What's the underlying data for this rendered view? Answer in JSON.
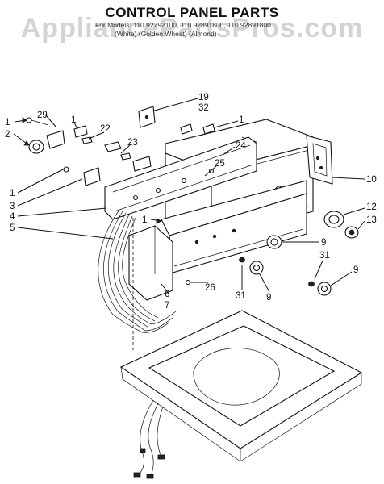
{
  "header": {
    "title": "CONTROL PANEL PARTS",
    "models_line1": "For Models: 110.92792100, 110.92891800, 110.92891800",
    "models_line2": "(White)    (Golden Wheat)    (Almond)",
    "watermark": "AppliancePartsPros.com"
  },
  "callouts": [
    "1",
    "29",
    "2",
    "1",
    "22",
    "23",
    "19",
    "32",
    "1",
    "24",
    "25",
    "10",
    "1",
    "3",
    "4",
    "5",
    "1",
    "12",
    "13",
    "9",
    "31",
    "9",
    "6",
    "7",
    "26",
    "31",
    "9"
  ]
}
